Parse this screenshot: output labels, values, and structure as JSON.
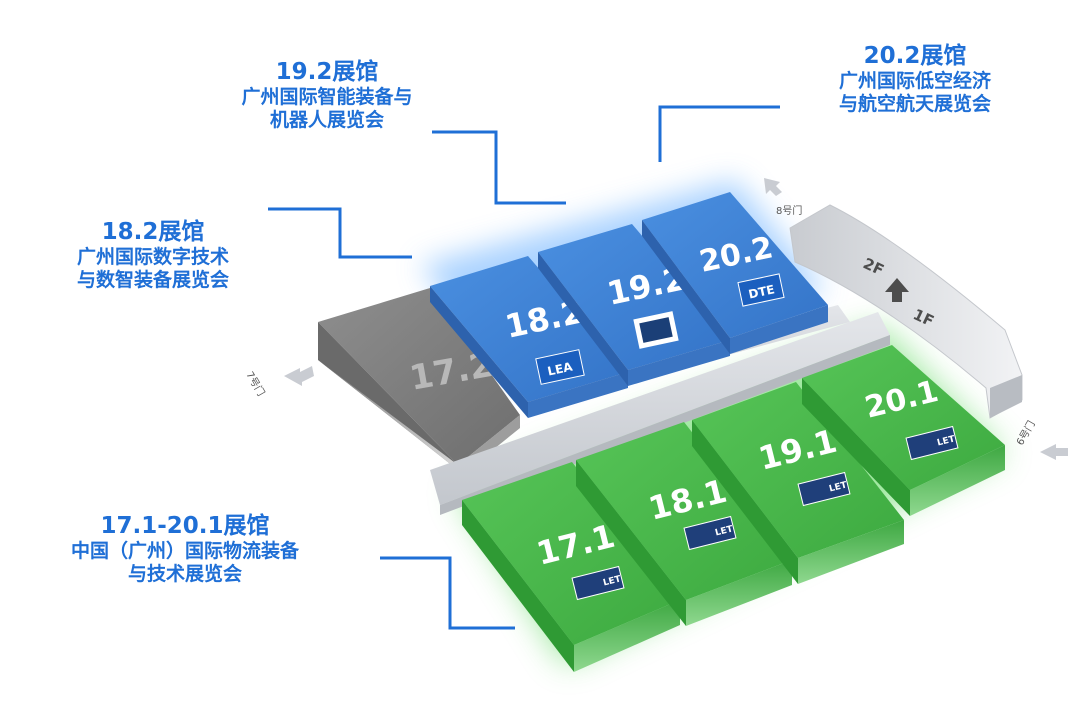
{
  "labels": {
    "hall_19_2": {
      "title": "19.2展馆",
      "line1": "广州国际智能装备与",
      "line2": "机器人展览会"
    },
    "hall_20_2": {
      "title": "20.2展馆",
      "line1": "广州国际低空经济",
      "line2": "与航空航天展览会"
    },
    "hall_18_2": {
      "title": "18.2展馆",
      "line1": "广州国际数字技术",
      "line2": "与数智装备展览会"
    },
    "hall_17_1_20_1": {
      "title": "17.1-20.1展馆",
      "line1": "中国（广州）国际物流装备",
      "line2": "与技术展览会"
    }
  },
  "halls": {
    "h17_2": "17.2",
    "h18_2": "18.2",
    "h19_2": "19.2",
    "h20_2": "20.2",
    "h17_1": "17.1",
    "h18_1": "18.1",
    "h19_1": "19.1",
    "h20_1": "20.1"
  },
  "logos": {
    "lea": "LEA",
    "dte": "DTE",
    "let": "LET"
  },
  "gates": {
    "g6": "6号门",
    "g7": "7号门",
    "g8": "8号门"
  },
  "floors": {
    "f2": "2F",
    "f1": "1F"
  },
  "colors": {
    "blue": "#3d82d6",
    "blue_dark": "#2c66b3",
    "green": "#49ba4b",
    "green_dark": "#2f9a34",
    "gray": "#8a8a8a",
    "label_blue": "#1f6fd6",
    "leader_line": "#1f6fd6"
  }
}
